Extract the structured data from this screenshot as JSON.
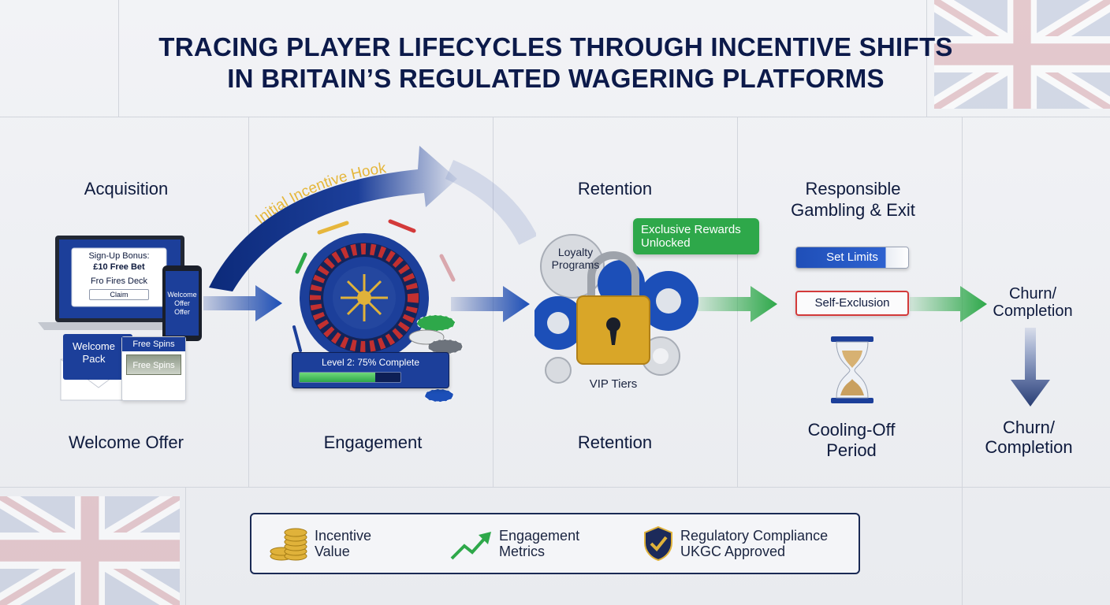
{
  "title": {
    "line1": "TRACING PLAYER LIFECYCLES THROUGH INCENTIVE SHIFTS",
    "line2": "IN BRITAIN’S REGULATED WAGERING PLATFORMS"
  },
  "stages": {
    "acquisition": {
      "top_label": "Acquisition",
      "bottom_label": "Welcome Offer"
    },
    "engagement": {
      "arc_label": "Initial Incentive Hook",
      "bottom_label": "Engagement",
      "progress_text": "Level 2: 75% Complete",
      "progress_value": 0.75
    },
    "retention": {
      "top_label": "Retention",
      "bottom_label": "Retention",
      "badge": "Exclusive Rewards Unlocked",
      "loyalty": "Loyalty Programs",
      "vip": "VIP Tiers"
    },
    "responsible": {
      "top_label_1": "Responsible",
      "top_label_2": "Gambling & Exit",
      "set_limits": "Set Limits",
      "self_exclusion": "Self-Exclusion",
      "cooling_1": "Cooling-Off",
      "cooling_2": "Period"
    },
    "churn": {
      "label_top_1": "Churn/",
      "label_top_2": "Completion",
      "label_bottom_1": "Churn/",
      "label_bottom_2": "Completion"
    }
  },
  "devices": {
    "laptop_line1": "Sign-Up Bonus:",
    "laptop_line2": "£10 Free Bet",
    "laptop_line3": "Fro Fires Deck",
    "laptop_button": "Claim",
    "phone_line1": "Welcome",
    "phone_line2": "Offer",
    "phone_line3": "Offer",
    "envelope_line1": "Welcome",
    "envelope_line2": "Pack",
    "card_top": "Free Spins",
    "card_inner": "Free Spins"
  },
  "legend": {
    "incentive_1": "Incentive",
    "incentive_2": "Value",
    "engagement_1": "Engagement",
    "engagement_2": "Metrics",
    "regulatory_1": "Regulatory Compliance",
    "regulatory_2": "UKGC Approved"
  },
  "colors": {
    "navy": "#0c1a4a",
    "blue": "#1f4fb8",
    "green": "#2ea84a",
    "red": "#d33a3a",
    "gold": "#d9a628"
  }
}
